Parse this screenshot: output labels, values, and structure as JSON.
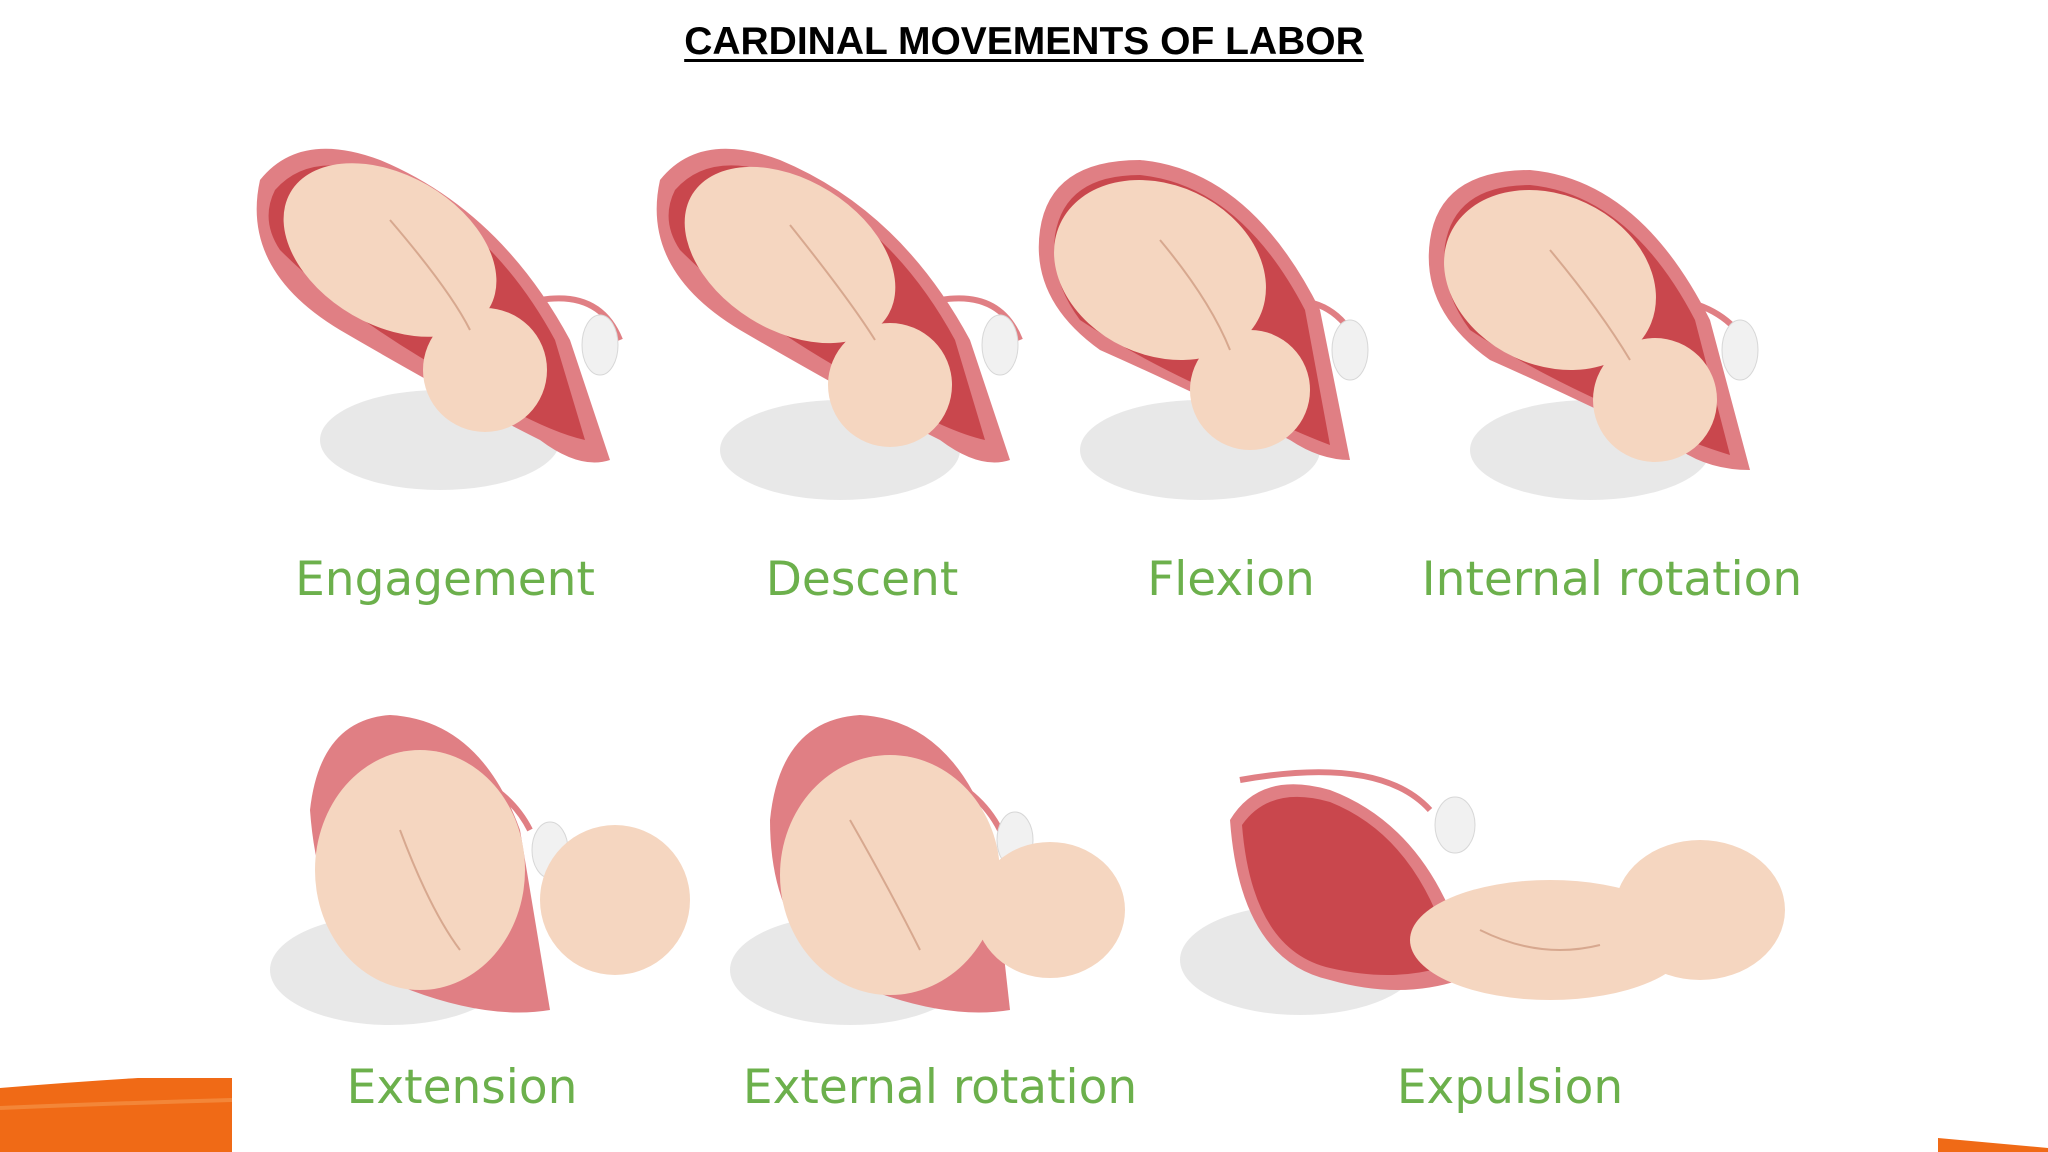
{
  "title": "CARDINAL MOVEMENTS OF LABOR",
  "stages": [
    {
      "id": "engagement",
      "label": "Engagement"
    },
    {
      "id": "descent",
      "label": "Descent"
    },
    {
      "id": "flexion",
      "label": "Flexion"
    },
    {
      "id": "internal-rotation",
      "label": "Internal rotation"
    },
    {
      "id": "extension",
      "label": "Extension"
    },
    {
      "id": "external-rotation",
      "label": "External rotation"
    },
    {
      "id": "expulsion",
      "label": "Expulsion"
    }
  ],
  "colors": {
    "label_green": "#6cb04c",
    "uterus_outer": "#e07f84",
    "uterus_inner": "#c9474d",
    "fetus_skin": "#f5d6c0",
    "fetus_line": "#d7a88f",
    "pelvis": "#e2e2e2",
    "placenta": "#f1f1f1",
    "accent_orange": "#f06a16"
  }
}
